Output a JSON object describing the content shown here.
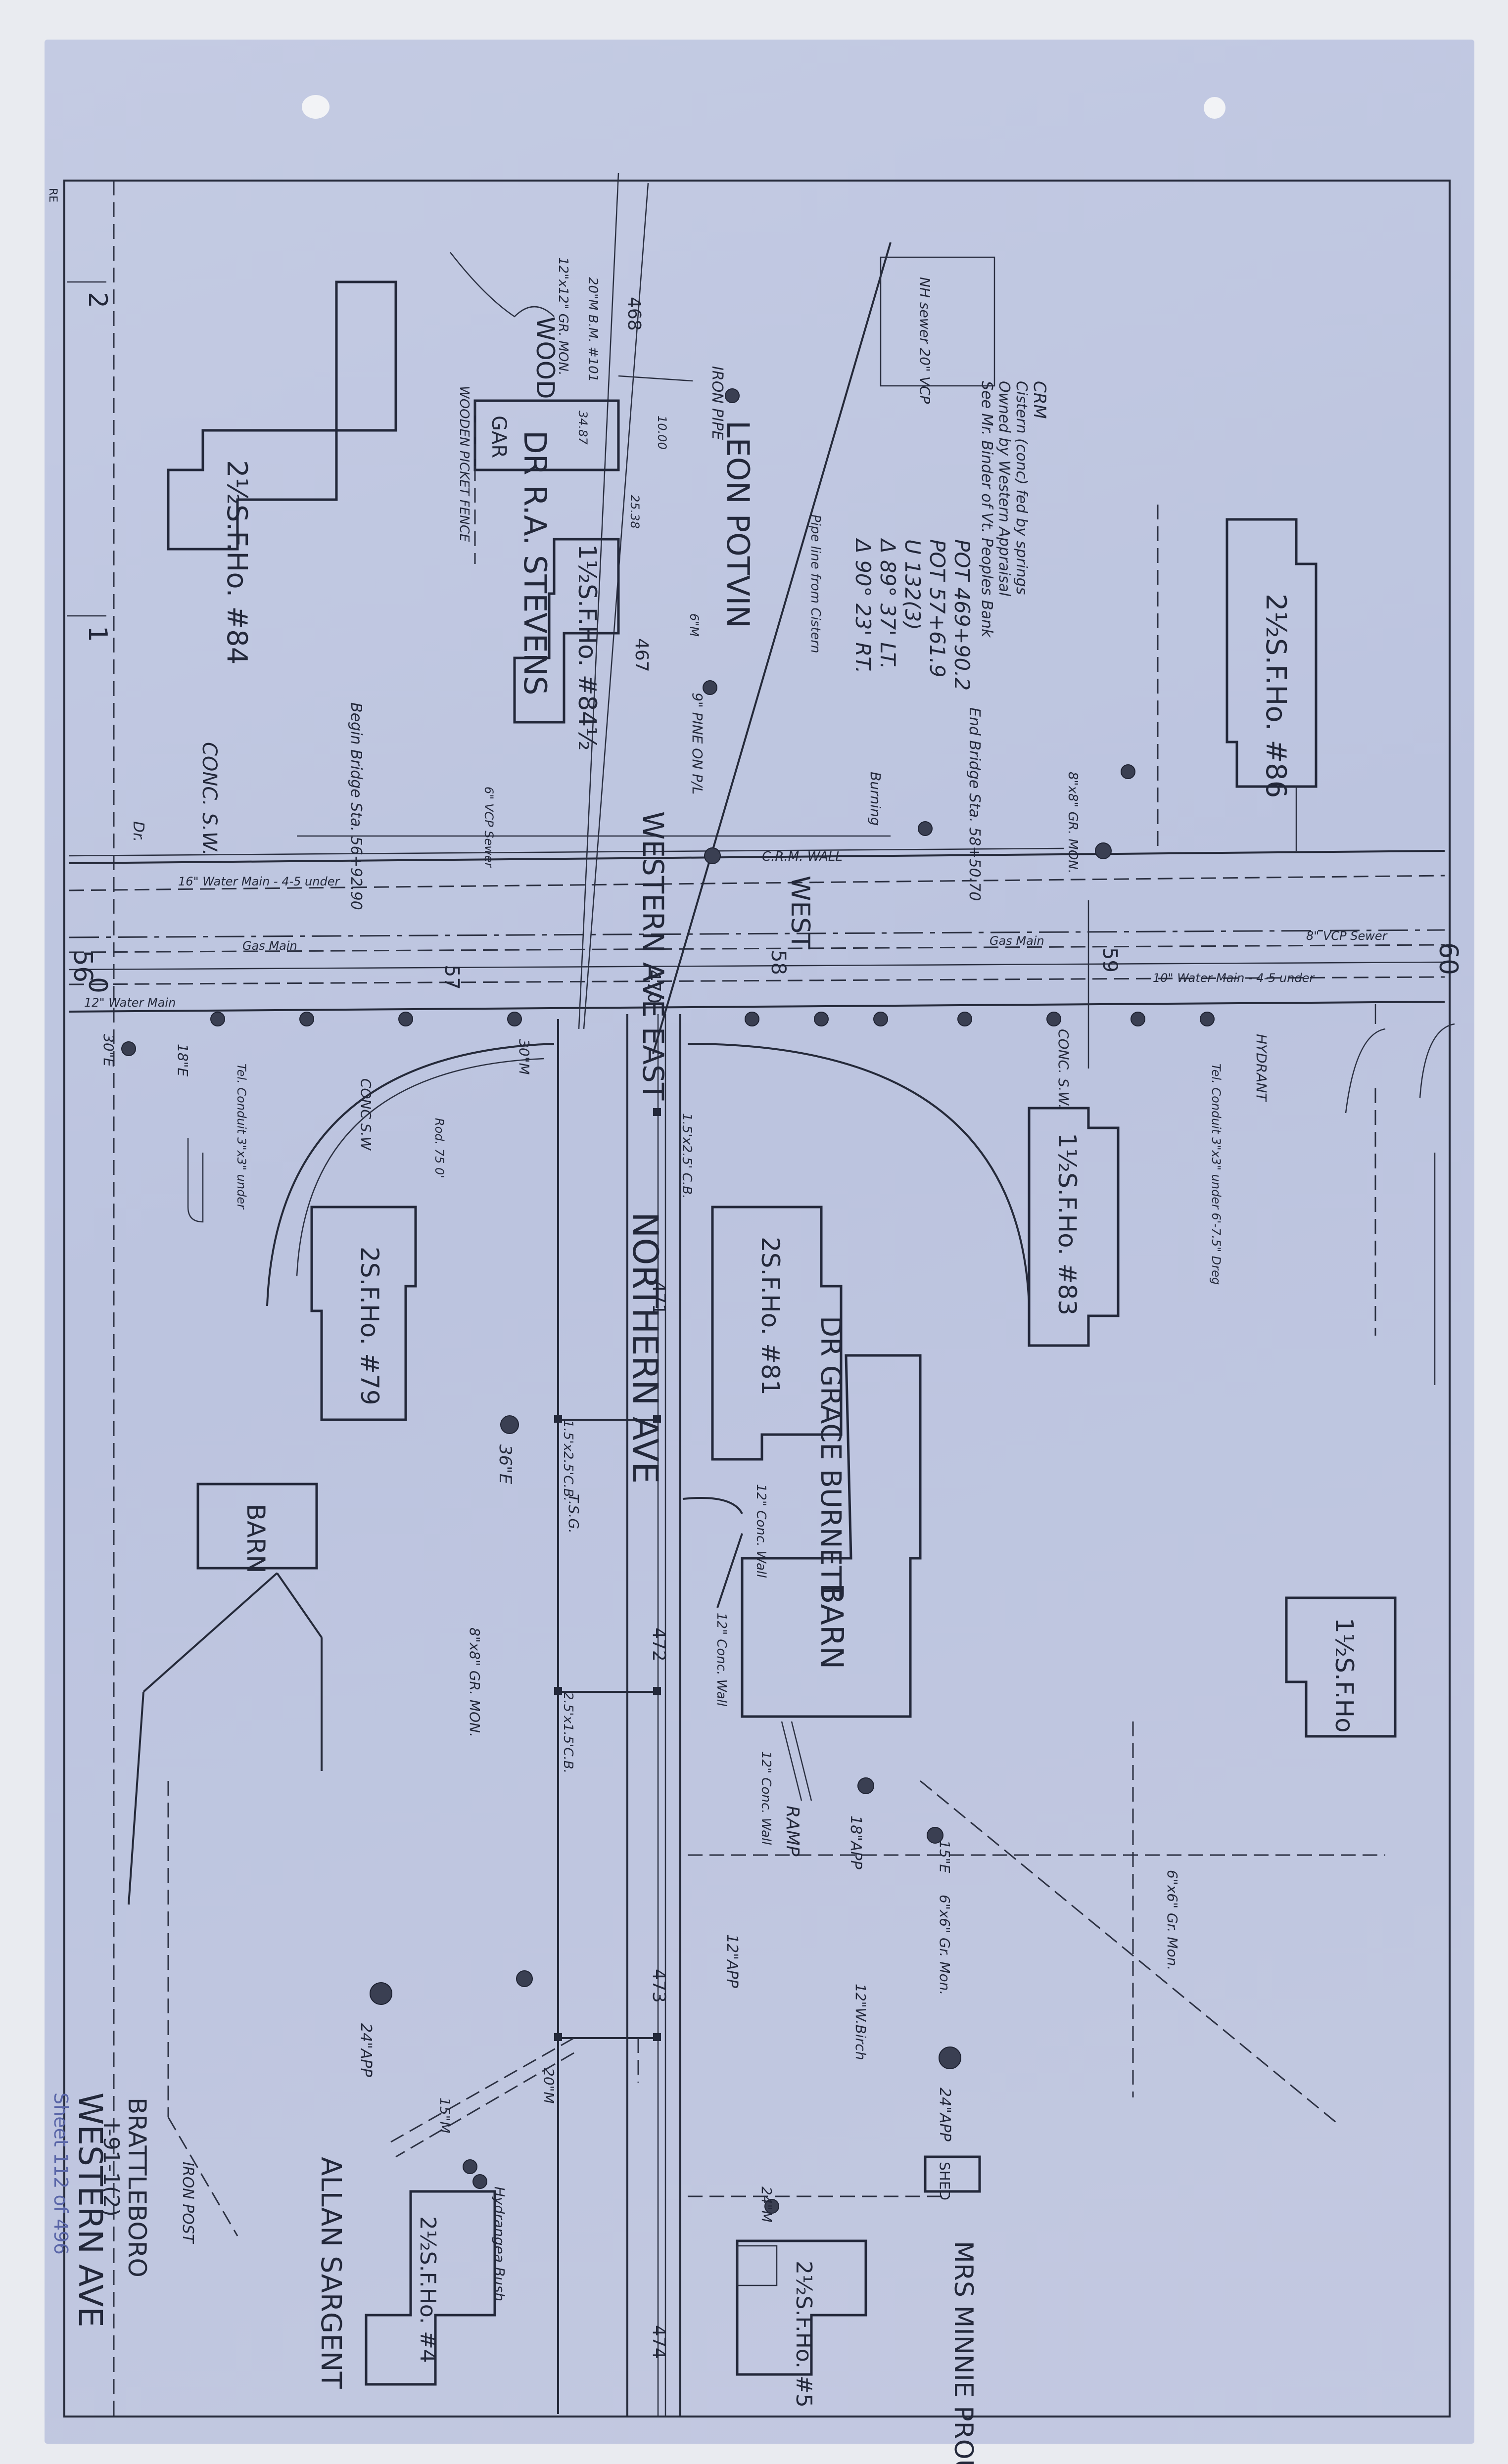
{
  "title_block": {
    "town": "BRATTLEBORO",
    "project": "I-91-1(2)",
    "street": "WESTERN AVE",
    "sheet": "Sheet 112 of 496"
  },
  "margin_note": "RE",
  "grid_numbers": [
    "2",
    "1",
    "0"
  ],
  "stations": [
    "56",
    "57",
    "58",
    "59",
    "60",
    "467",
    "468",
    "470",
    "471",
    "472",
    "473",
    "474"
  ],
  "streets": {
    "western_east": "WESTERN AVE EAST",
    "western_west": "WEST",
    "northern": "NORTHERN AVE"
  },
  "owners": {
    "potvin": "LEON POTVIN",
    "stevens": "DR R.A. STEVENS",
    "burnett": "DR GRACE BURNETT",
    "sargent": "ALLAN SARGENT",
    "prouty": "MRS MINNIE PROUTY"
  },
  "buildings": {
    "b84": "2½S.F.Ho. #84",
    "b842": "1½S.F.Ho. #84½",
    "b86": "2½S.F.Ho. #86",
    "b83": "1½S.F.Ho. #83",
    "b81": "2S.F.Ho. #81",
    "b79": "2S.F.Ho. #79",
    "b1half": "1½S.F.Ho.",
    "b4": "2½S.F.Ho. #4",
    "b5": "2½S.F.Ho. #5",
    "barn1": "BARN",
    "barn2": "BARN",
    "gar": "GAR",
    "shed": "SHED",
    "wood": "WOOD"
  },
  "notes": {
    "crm": "CRM",
    "cistern1": "Cistern (conc) fed by springs",
    "cistern2": "Owned by Western Appraisal",
    "cistern3": "See Mr. Binder of Vt. Peoples Bank",
    "pot1": "POT 469+90.2",
    "pot2": "POT 57+61.9",
    "pot3": "U 132(3)",
    "pot4": "Δ 89° 37' LT.",
    "pot5": "Δ 90° 23' RT.",
    "end_bridge": "End Bridge Sta. 58+50.70",
    "begin_bridge": "Begin Bridge Sta. 56+92.90",
    "nh_sewer": "NH sewer 20\" VCP",
    "pipeline": "Pipe line from Cistern",
    "iron_pipe": "IRON PIPE",
    "fence": "WOODEN PICKET FENCE",
    "gr_mon1": "12\"x12\" GR. MON.",
    "bm": "20\"M B.M. #101",
    "dim1": "10.00",
    "dim2": "34.87",
    "dim3": "25.38",
    "m6": "6\"M",
    "pine": "9\" PINE ON P/L",
    "conc_sw": "CONC. S.W.",
    "conc_sw2": "CONC S.W",
    "conc_sw3": "CONC. S.W.",
    "dr": "Dr.",
    "water16": "16\" Water Main - 4-5 under",
    "water12": "12\" Water Main",
    "water10": "10\" Water Main - 4-5 under",
    "gas1": "Gas Main",
    "gas2": "Gas Main",
    "vcp_sewer": "8\" VCP Sewer",
    "sewer2": "6\" VCP Sewer",
    "crm_wall": "C.R.M. WALL",
    "burning": "Burning",
    "hydrant": "HYDRANT",
    "m30": "30\"M",
    "e30": "30\"E",
    "e18": "18\"E",
    "m15": "15\"M",
    "m24": "24\"M",
    "app24": "24\"APP",
    "app24b": "24\"APP",
    "app18": "18\"APP",
    "app12": "12\"APP",
    "birch": "12\"W.Birch",
    "hydrangea": "Hydrangea Bush",
    "e36": "36\"E",
    "e15": "15\"E",
    "cb1": "1.5'x2.5' C.B.",
    "cb2": "1.5'x2.5'C.B.",
    "cb3": "2.5'x1.5'C.B.",
    "conc_wall1": "12\" Conc. Wall",
    "conc_wall2": "12\" Conc. Wall",
    "conc_wall3": "12\" Conc. Wall",
    "ramp": "RAMP",
    "gr_mon2": "8\"x8\" GR. MON.",
    "gr_mon3": "6\"x6\" Gr. Mon.",
    "gr_mon4": "6\"x6\" Gr. Mon.",
    "gr_mon5": "8\"x8\" GR. MON.",
    "iron_post": "IRON POST",
    "tsg": "T.S.G.",
    "conduit": "Tel. Conduit 3\"x3\" under",
    "conduit2": "Tel. Conduit 3\"x3\" under 6'-7.5\" Dreg",
    "rod": "Rod. 75 0'",
    "m20": "20\"M"
  }
}
